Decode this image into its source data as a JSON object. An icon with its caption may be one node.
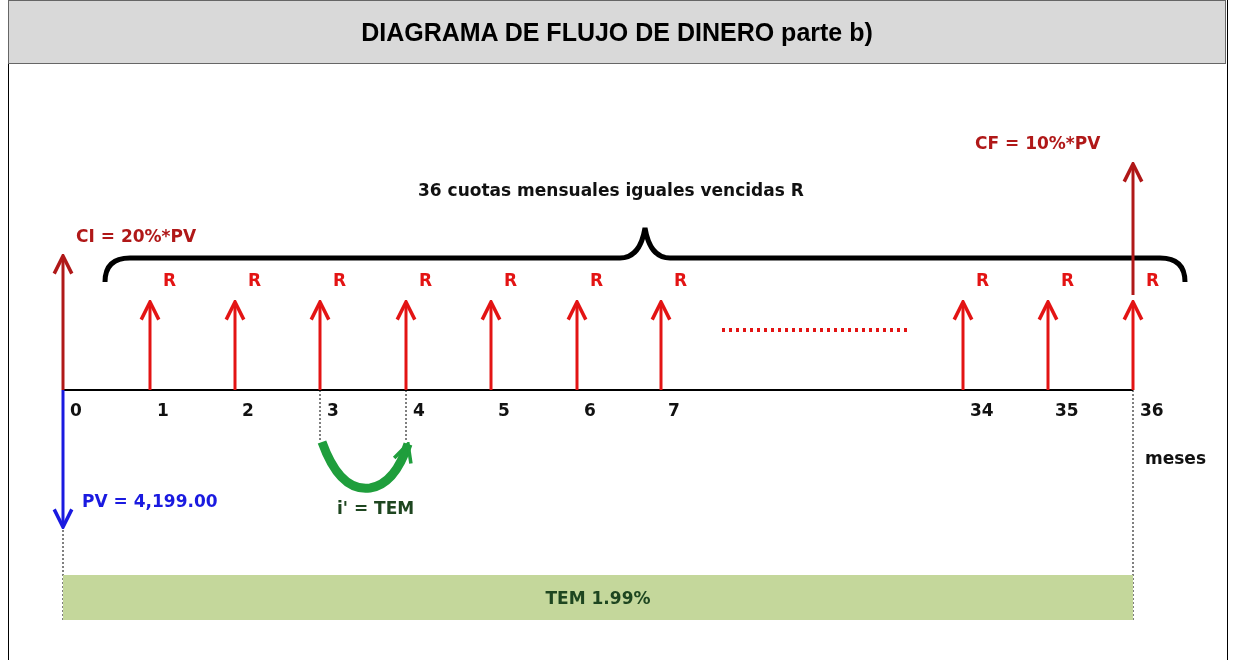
{
  "diagram": {
    "title": "DIAGRAMA DE FLUJO DE DINERO parte b)",
    "nodes": [
      {
        "text": [
          "TEM 1.99%"
        ]
      }
    ],
    "labels": [
      "CF = 10%*PV",
      "36 cuotas mensuales iguales vencidas R",
      "CI = 20%*PV",
      "R",
      "R",
      "R",
      "R",
      "R",
      "R",
      "R",
      "R",
      "R",
      "R",
      "0",
      "1",
      "2",
      "3",
      "4",
      "5",
      "6",
      "7",
      "34",
      "35",
      "36",
      "meses",
      "PV = 4,199.00",
      "i' = TEM"
    ]
  }
}
